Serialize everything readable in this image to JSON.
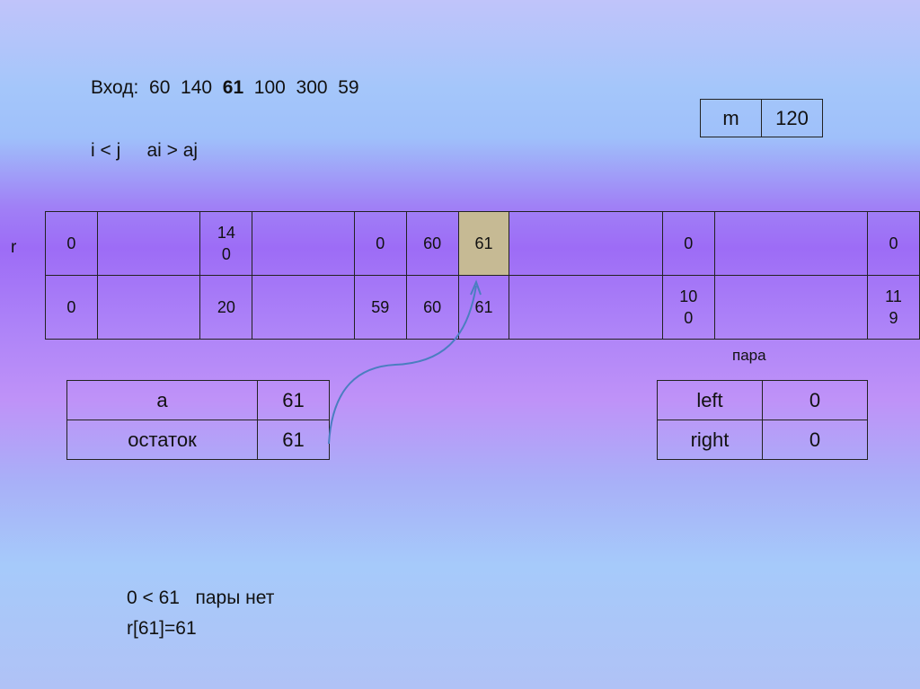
{
  "input": {
    "label": "Вход:",
    "values": [
      "60",
      "140",
      "61",
      "100",
      "300",
      "59"
    ],
    "bold_index": 2
  },
  "condition": {
    "left": "i < j",
    "right": "ai > aj"
  },
  "m_box": {
    "label": "m",
    "value": "120"
  },
  "r_label": "r",
  "r_table": {
    "row1": [
      "0",
      "",
      "14\n0",
      "",
      "0",
      "60",
      "61",
      "",
      "0",
      "",
      "0"
    ],
    "row2": [
      "0",
      "",
      "20",
      "",
      "59",
      "60",
      "61",
      "",
      "10\n0",
      "",
      "11\n9"
    ],
    "highlight_col": 6,
    "highlight_color": "#c6ba94"
  },
  "a_table": [
    {
      "label": "a",
      "value": "61"
    },
    {
      "label": "остаток",
      "value": "61"
    }
  ],
  "pair": {
    "caption": "пара",
    "rows": [
      {
        "label": "left",
        "value": "0"
      },
      {
        "label": "right",
        "value": "0"
      }
    ]
  },
  "result": {
    "line1": "0 < 61   пары нет",
    "line2": "r[61]=61"
  },
  "arrow_color": "#4a7ec0"
}
